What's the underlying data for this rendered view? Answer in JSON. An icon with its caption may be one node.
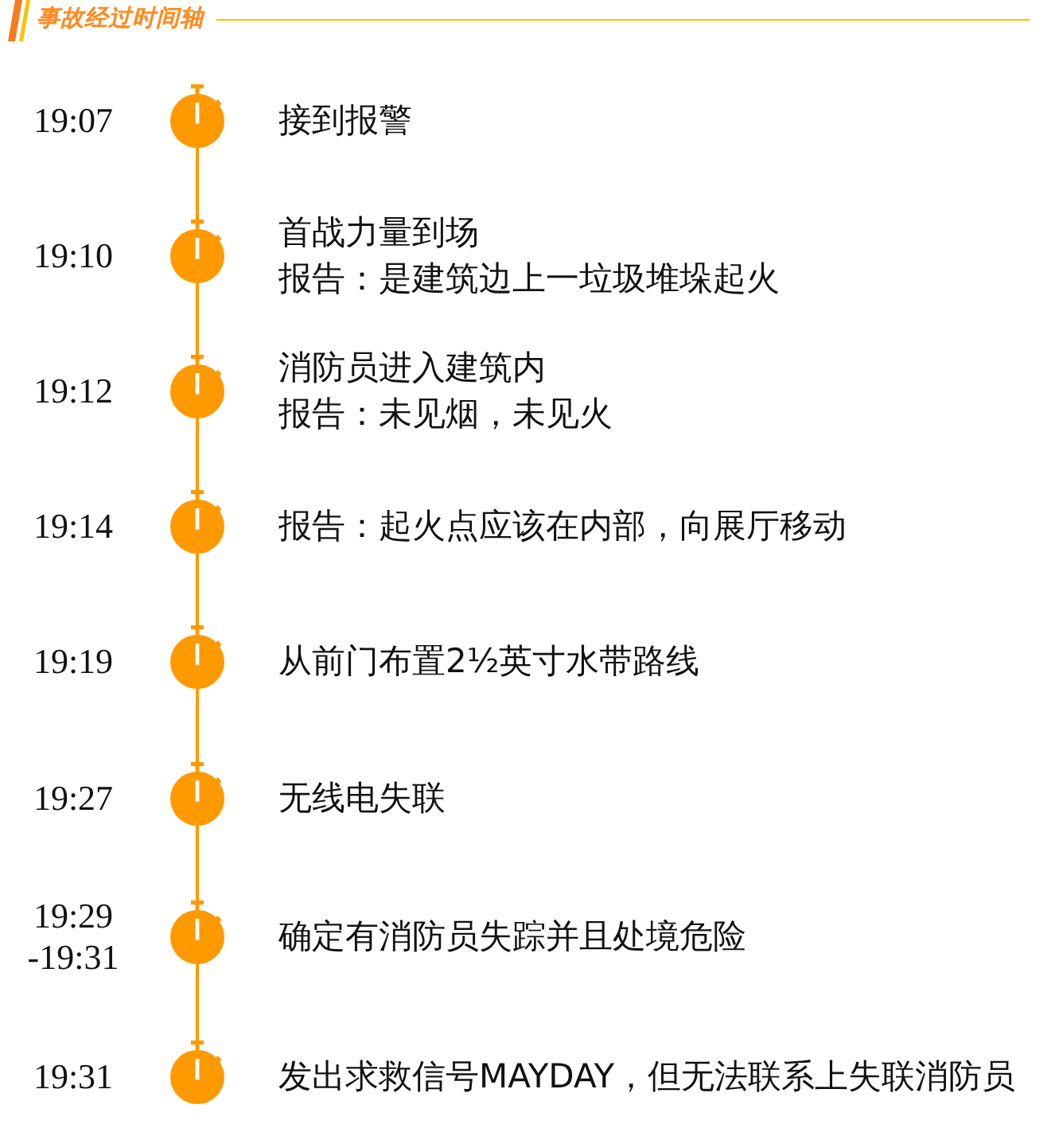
{
  "diagram": {
    "title": "事故经过时间轴",
    "nodes": [
      {
        "text": [],
        "shape": "stopwatch",
        "beside": [
          "19:07",
          "接到报警"
        ]
      },
      {
        "text": [],
        "shape": "stopwatch",
        "beside": [
          "19:10",
          "首战力量到场",
          "报告：是建筑边上一垃圾堆垛起火"
        ]
      },
      {
        "text": [],
        "shape": "stopwatch",
        "beside": [
          "19:12",
          "消防员进入建筑内",
          "报告：未见烟，未见火"
        ]
      },
      {
        "text": [],
        "shape": "stopwatch",
        "beside": [
          "19:14",
          "报告：起火点应该在内部，向展厅移动"
        ]
      },
      {
        "text": [],
        "shape": "stopwatch",
        "beside": [
          "19:19",
          "从前门布置2½英寸水带路线"
        ]
      },
      {
        "text": [],
        "shape": "stopwatch",
        "beside": [
          "19:27",
          "无线电失联"
        ]
      },
      {
        "text": [],
        "shape": "stopwatch",
        "beside": [
          "19:29 -19:31",
          "确定有消防员失踪并且处境危险"
        ]
      },
      {
        "text": [],
        "shape": "stopwatch",
        "beside": [
          "19:31",
          "发出求救信号MAYDAY，但无法联系上失联消防员"
        ]
      }
    ],
    "edges": [
      {
        "from": 0,
        "to": 1,
        "arrow": "none"
      },
      {
        "from": 1,
        "to": 2,
        "arrow": "none"
      },
      {
        "from": 2,
        "to": 3,
        "arrow": "none"
      },
      {
        "from": 3,
        "to": 4,
        "arrow": "none"
      },
      {
        "from": 4,
        "to": 5,
        "arrow": "none"
      },
      {
        "from": 5,
        "to": 6,
        "arrow": "none"
      },
      {
        "from": 6,
        "to": 7,
        "arrow": "none"
      }
    ]
  }
}
